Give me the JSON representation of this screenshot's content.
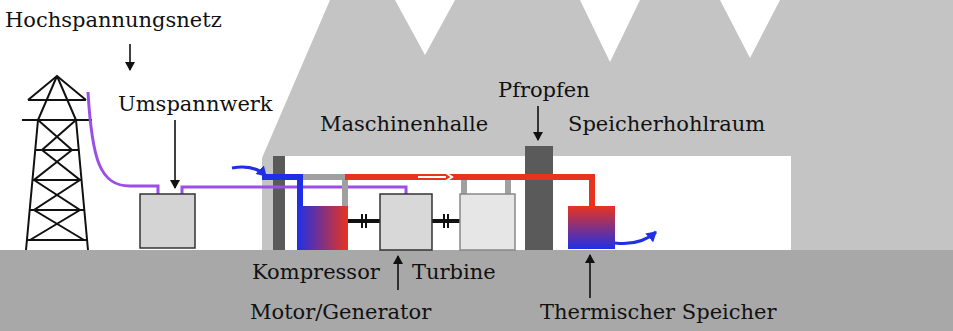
{
  "diagram": {
    "labels": [
      "Hochspannungsnetz",
      "Umspannwerk",
      "Pfropfen",
      "Maschinenhalle",
      "Speicherhohlraum",
      "Kompressor",
      "Turbine",
      "Motor/Generator",
      "Thermischer Speicher"
    ]
  }
}
